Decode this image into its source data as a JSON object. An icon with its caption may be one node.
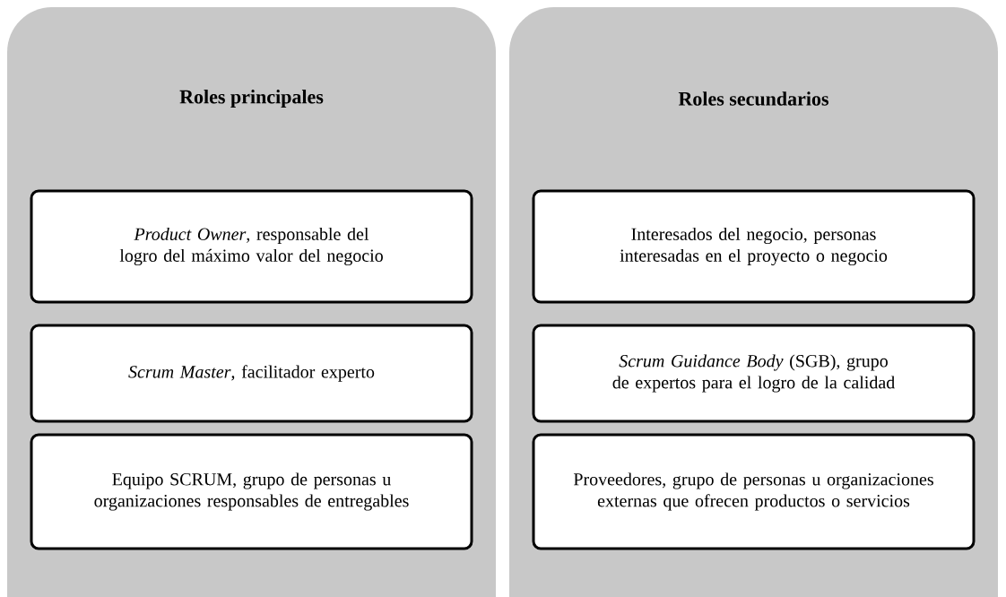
{
  "diagram": {
    "nodes": [
      {
        "text": [
          "Roles principales"
        ]
      },
      {
        "text": [
          "*Product Owner*, responsable del logro del máximo valor del negocio"
        ],
        "in": 0
      },
      {
        "text": [
          "*Scrum Master*, facilitador experto"
        ],
        "in": 0
      },
      {
        "text": [
          "Equipo SCRUM, grupo de personas u organizaciones responsables de entregables"
        ],
        "in": 0
      },
      {
        "text": [
          "Roles secundarios"
        ]
      },
      {
        "text": [
          "Interesados del negocio, personas interesadas en el proyecto o negocio"
        ],
        "in": 4
      },
      {
        "text": [
          "*Scrum Guidance Body* (SGB), grupo de expertos para el logro de la calidad"
        ],
        "in": 4
      },
      {
        "text": [
          "Proveedores, grupo de personas u organizaciones externas que ofrecen productos o servicios"
        ],
        "in": 4
      }
    ]
  }
}
